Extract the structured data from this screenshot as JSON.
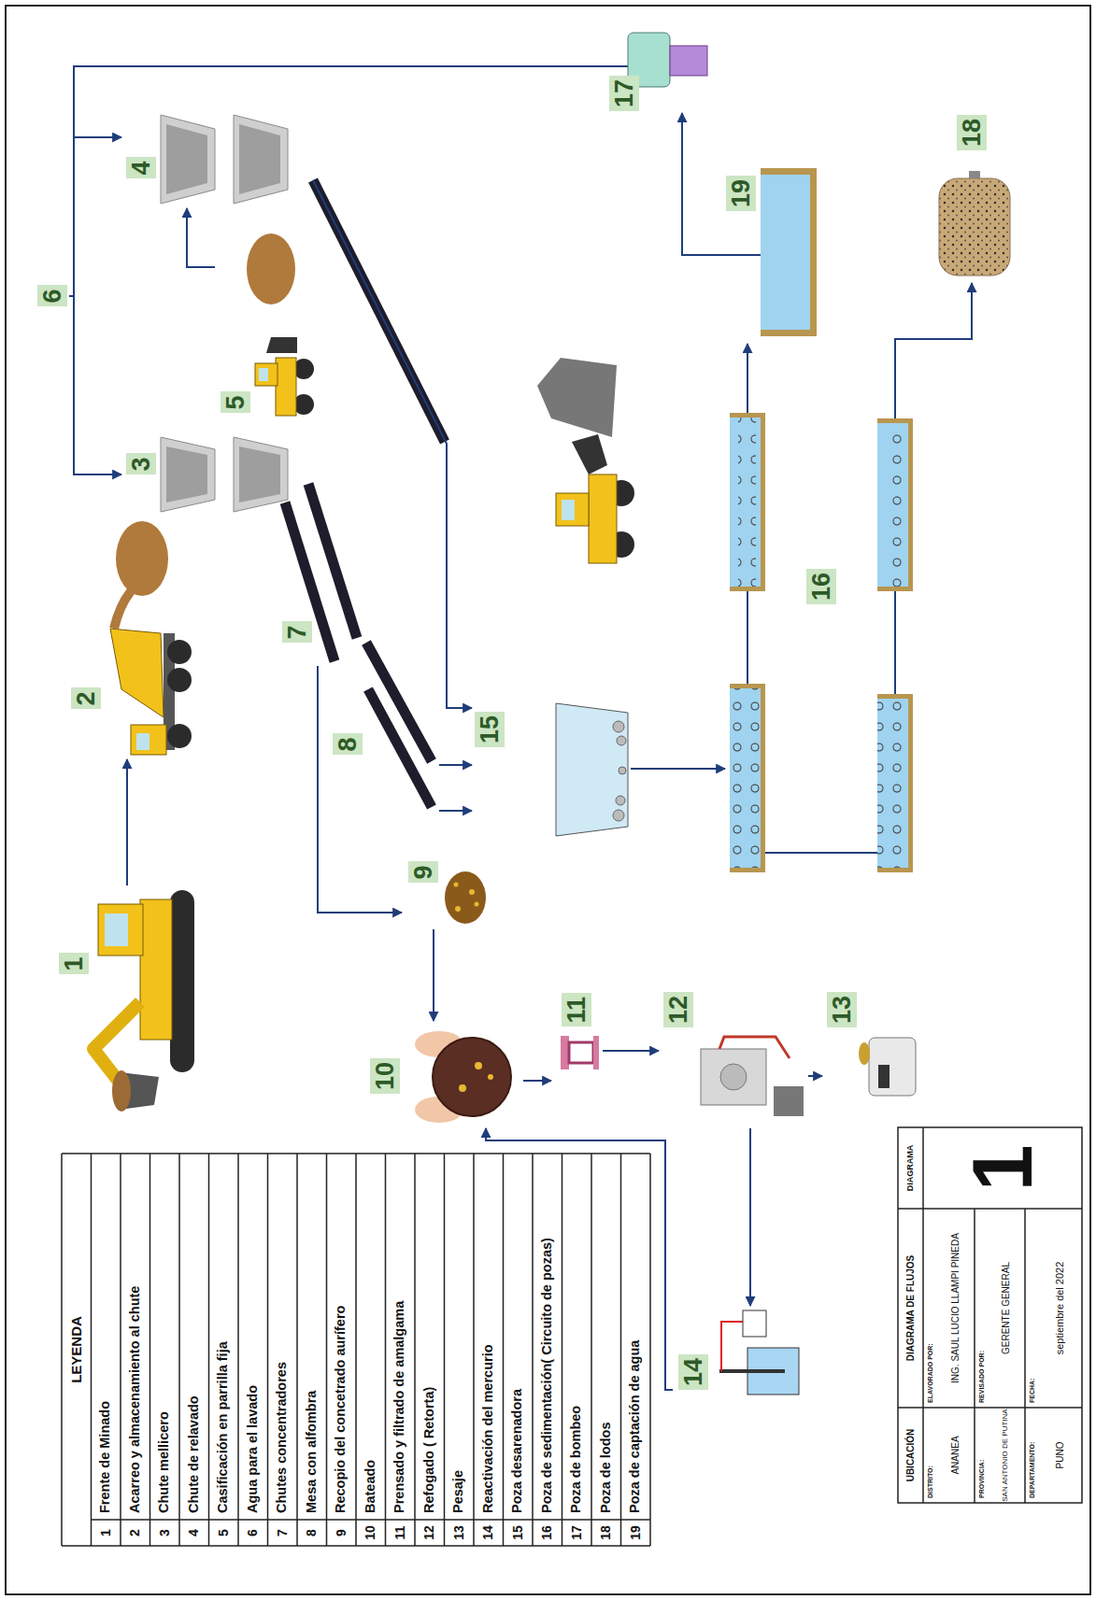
{
  "diagram": {
    "nodes": [
      {
        "text": [
          "1"
        ]
      },
      {
        "text": [
          "2"
        ]
      },
      {
        "text": [
          "3"
        ]
      },
      {
        "text": [
          "4"
        ]
      },
      {
        "text": [
          "5"
        ]
      },
      {
        "text": [
          "6"
        ]
      },
      {
        "text": [
          "7"
        ]
      },
      {
        "text": [
          "8"
        ]
      },
      {
        "text": [
          "9"
        ]
      },
      {
        "text": [
          "10"
        ]
      },
      {
        "text": [
          "11"
        ]
      },
      {
        "text": [
          "12"
        ]
      },
      {
        "text": [
          "13"
        ]
      },
      {
        "text": [
          "14"
        ]
      },
      {
        "text": [
          "15"
        ]
      },
      {
        "text": [
          "16"
        ]
      },
      {
        "text": [
          "17"
        ]
      },
      {
        "text": [
          "18"
        ]
      },
      {
        "text": [
          "19"
        ]
      }
    ],
    "edges": [
      {
        "from": 0,
        "to": 1,
        "arrow": "to"
      },
      {
        "from": 16,
        "to": 5,
        "arrow": "none"
      },
      {
        "from": 5,
        "to": 2,
        "arrow": "to"
      },
      {
        "from": 5,
        "to": 3,
        "arrow": "to"
      },
      {
        "from": 4,
        "to": 3,
        "arrow": "to"
      },
      {
        "from": 6,
        "to": 8,
        "arrow": "to"
      },
      {
        "from": 7,
        "to": 14,
        "arrow": "to"
      },
      {
        "from": 7,
        "to": 14,
        "arrow": "to"
      },
      {
        "from": 3,
        "to": 14,
        "arrow": "to"
      },
      {
        "from": 8,
        "to": 9,
        "arrow": "to"
      },
      {
        "from": 9,
        "to": 10,
        "arrow": "to"
      },
      {
        "from": 10,
        "to": 11,
        "arrow": "to"
      },
      {
        "from": 11,
        "to": 12,
        "arrow": "to"
      },
      {
        "from": 11,
        "to": 13,
        "arrow": "to"
      },
      {
        "from": 13,
        "to": 9,
        "arrow": "to"
      },
      {
        "from": 14,
        "to": 15,
        "arrow": "to"
      },
      {
        "from": 15,
        "to": 18,
        "arrow": "to"
      },
      {
        "from": 15,
        "to": 17,
        "arrow": "to"
      },
      {
        "from": 18,
        "to": 16,
        "arrow": "to"
      }
    ],
    "labels": [
      "LEYENDA",
      "1",
      "Frente de Minado",
      "2",
      "Acarreo y almacenamiento al chute",
      "3",
      "Chute mellicero",
      "4",
      "Chute de relavado",
      "5",
      "Casificación en parrilla fija",
      "6",
      "Agua para el lavado",
      "7",
      "Chutes concentradores",
      "8",
      "Mesa con alfombra",
      "9",
      "Recopio del concetrado aurífero",
      "10",
      "Bateado",
      "11",
      "Prensado y filtrado de amalgama",
      "12",
      "Refogado ( Retorta)",
      "13",
      "Pesaje",
      "14",
      "Reactivación del mercurio",
      "15",
      "Poza desarenadora",
      "16",
      "Poza de sedimentación( Circuito de pozas)",
      "17",
      "Poza de bombeo",
      "18",
      "Poza de lodos",
      "19",
      "Poza de captación de agua",
      "UBICACIÓN",
      "DIAGRAMA DE FLUJOS",
      "DIAGRAMA",
      "DISTRITO:",
      "ANANEA",
      "ELAVORADO POR:",
      "ING. SAUL LUCIO LLAMPI PINEDA",
      "1",
      "PROVINCIA:",
      "SAN ANTONIO DE PUTINA",
      "REVISADO POR:",
      "GERENTE GENERAL",
      "DEPARTAMENTO:",
      "PUNO",
      "FECHA:",
      "septiembre del 2022"
    ]
  }
}
